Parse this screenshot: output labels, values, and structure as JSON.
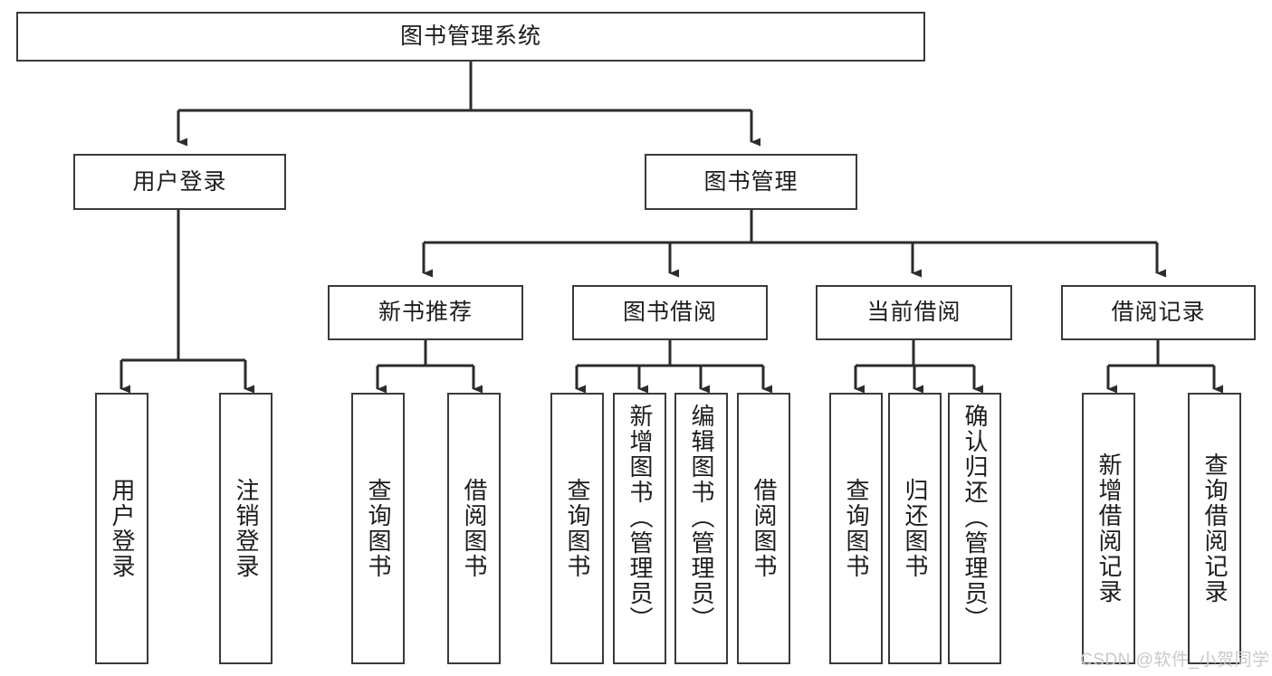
{
  "diagram": {
    "type": "tree",
    "title": "图书管理系统",
    "orientation": "top-down",
    "colors": {
      "box_border": "#3a3a3a",
      "box_fill": "#ffffff",
      "connector": "#2b2b2b",
      "text": "#1c1c1c",
      "watermark": "#c9c9c9",
      "background": "#ffffff"
    },
    "root": {
      "label": "图书管理系统"
    },
    "level2": [
      {
        "label": "用户登录"
      },
      {
        "label": "图书管理"
      }
    ],
    "level3": [
      {
        "label": "新书推荐"
      },
      {
        "label": "图书借阅"
      },
      {
        "label": "当前借阅"
      },
      {
        "label": "借阅记录"
      }
    ],
    "leaves": {
      "user_login": [
        {
          "label": "用户登录"
        },
        {
          "label": "注销登录"
        }
      ],
      "new_book_recommend": [
        {
          "label": "查询图书"
        },
        {
          "label": "借阅图书"
        }
      ],
      "book_borrow": [
        {
          "label": "查询图书"
        },
        {
          "label": "新增图书（管理员）"
        },
        {
          "label": "编辑图书（管理员）"
        },
        {
          "label": "借阅图书"
        }
      ],
      "current_borrow": [
        {
          "label": "查询图书"
        },
        {
          "label": "归还图书"
        },
        {
          "label": "确认归还（管理员）"
        }
      ],
      "borrow_record": [
        {
          "label": "新增借阅记录"
        },
        {
          "label": "查询借阅记录"
        }
      ]
    }
  },
  "watermark": {
    "text": "CSDN @软件_小贺同学"
  }
}
